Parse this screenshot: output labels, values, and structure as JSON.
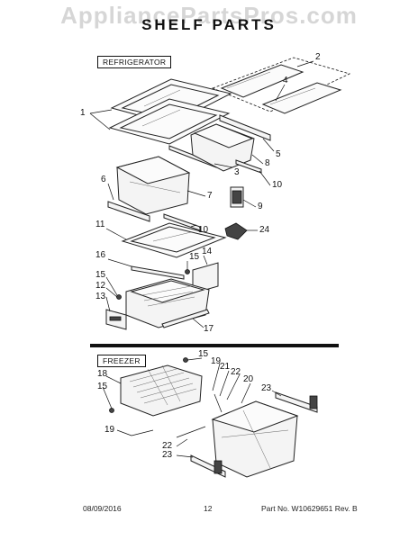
{
  "watermark": "AppliancePartsPros.com",
  "title": "SHELF PARTS",
  "sections": {
    "refrigerator": "REFRIGERATOR",
    "freezer": "FREEZER"
  },
  "callouts": {
    "c1": "1",
    "c2": "2",
    "c3": "3",
    "c4": "4",
    "c5": "5",
    "c6": "6",
    "c7": "7",
    "c8": "8",
    "c9": "9",
    "c10a": "10",
    "c10b": "10",
    "c11": "11",
    "c12": "12",
    "c13": "13",
    "c14": "14",
    "c15a": "15",
    "c15b": "15",
    "c16": "16",
    "c17": "17",
    "c24": "24",
    "f15a": "15",
    "f15b": "15",
    "f18": "18",
    "f19a": "19",
    "f19b": "19",
    "f20": "20",
    "f21": "21",
    "f22a": "22",
    "f22b": "22",
    "f23a": "23",
    "f23b": "23"
  },
  "footer": {
    "date": "08/09/2016",
    "page": "12",
    "part_no": "Part No. W10629651  Rev. B"
  }
}
